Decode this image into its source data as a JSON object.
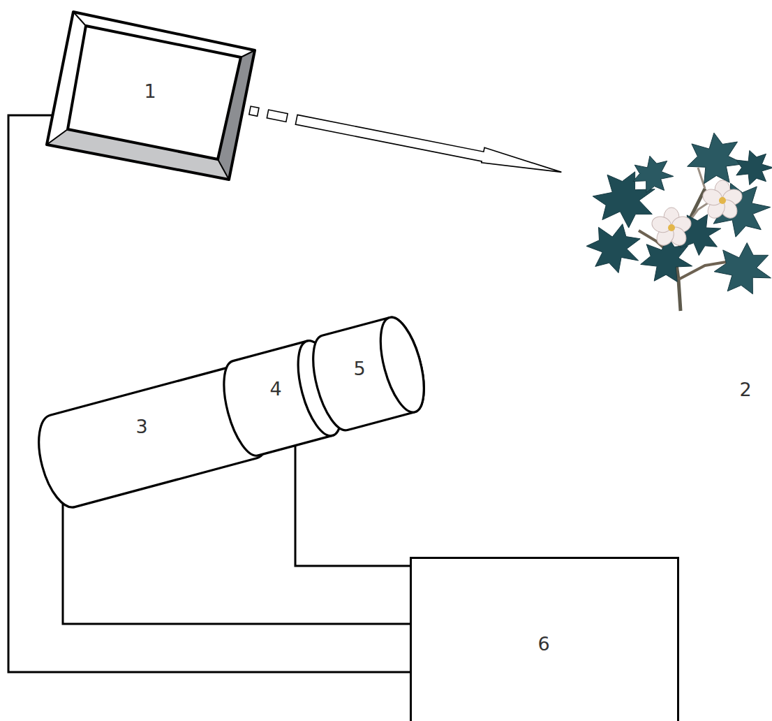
{
  "diagram": {
    "nodes": [
      {
        "text": [
          "1"
        ]
      },
      {
        "text": [
          "3"
        ]
      },
      {
        "text": [
          "4"
        ]
      },
      {
        "text": [
          "5"
        ]
      },
      {
        "text": [
          "6"
        ]
      }
    ],
    "edges": [
      {
        "from": 0,
        "to": 4,
        "arrow": "none"
      },
      {
        "from": 1,
        "to": 4,
        "arrow": "none"
      },
      {
        "from": 2,
        "to": 4,
        "arrow": "none"
      }
    ],
    "labels": [
      "2"
    ]
  }
}
